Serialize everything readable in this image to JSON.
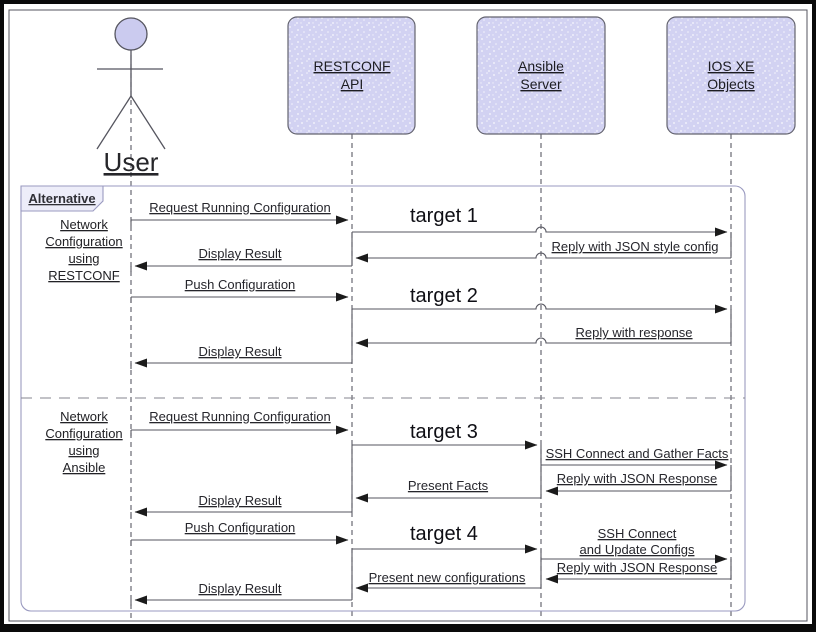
{
  "diagram_type": "uml-sequence-diagram",
  "actor": {
    "label": "User"
  },
  "participants": [
    {
      "name": "restconf-api",
      "line1": "RESTCONF",
      "line2": "API"
    },
    {
      "name": "ansible-server",
      "line1": "Ansible",
      "line2": "Server"
    },
    {
      "name": "ios-xe-objects",
      "line1": "IOS XE",
      "line2": "Objects"
    }
  ],
  "frame": {
    "operator": "Alternative",
    "sections": [
      {
        "line1": "Network",
        "line2": "Configuration",
        "line3": "using",
        "line4": "RESTCONF"
      },
      {
        "line1": "Network",
        "line2": "Configuration",
        "line3": "using",
        "line4": "Ansible"
      }
    ]
  },
  "messages": [
    {
      "label": "Request Running Configuration",
      "from": "User",
      "to": "RESTCONF API"
    },
    {
      "label": "target 1",
      "from": "RESTCONF API",
      "to": "IOS XE Objects"
    },
    {
      "label": "Reply with JSON style config",
      "from": "IOS XE Objects",
      "to": "RESTCONF API"
    },
    {
      "label": "Display Result",
      "from": "RESTCONF API",
      "to": "User"
    },
    {
      "label": "Push Configuration",
      "from": "User",
      "to": "RESTCONF API"
    },
    {
      "label": "target 2",
      "from": "RESTCONF API",
      "to": "IOS XE Objects"
    },
    {
      "label": "Reply with response",
      "from": "IOS XE Objects",
      "to": "RESTCONF API"
    },
    {
      "label": "Display Result",
      "from": "RESTCONF API",
      "to": "User"
    },
    {
      "label": "Request Running Configuration",
      "from": "User",
      "to": "RESTCONF API"
    },
    {
      "label": "target 3",
      "from": "RESTCONF API",
      "to": "Ansible Server"
    },
    {
      "label": "SSH Connect and Gather Facts",
      "from": "Ansible Server",
      "to": "IOS XE Objects"
    },
    {
      "label": "Reply with JSON Response",
      "from": "IOS XE Objects",
      "to": "Ansible Server"
    },
    {
      "label": "Present Facts",
      "from": "Ansible Server",
      "to": "RESTCONF API"
    },
    {
      "label": "Display Result",
      "from": "RESTCONF API",
      "to": "User"
    },
    {
      "label": "Push Configuration",
      "from": "User",
      "to": "RESTCONF API"
    },
    {
      "label": "target 4",
      "from": "RESTCONF API",
      "to": "Ansible Server"
    },
    {
      "label_line1": "SSH Connect",
      "label_line2": "and Update Configs",
      "from": "Ansible Server",
      "to": "IOS XE Objects"
    },
    {
      "label": "Reply with JSON Response",
      "from": "IOS XE Objects",
      "to": "Ansible Server"
    },
    {
      "label": "Present new configurations",
      "from": "Ansible Server",
      "to": "RESTCONF API"
    },
    {
      "label": "Display Result",
      "from": "RESTCONF API",
      "to": "User"
    }
  ],
  "colors": {
    "background": "#ffffff",
    "participant_box_fill": "#d2d2f2",
    "participant_box_border": "#63636f",
    "actor_head_fill": "#cbcbef",
    "frame_border": "#9a9ac0",
    "message_line": "#55555f",
    "arrowhead": "#1b1b1b",
    "text": "#222226",
    "outer_border": "#0a0a0a"
  }
}
